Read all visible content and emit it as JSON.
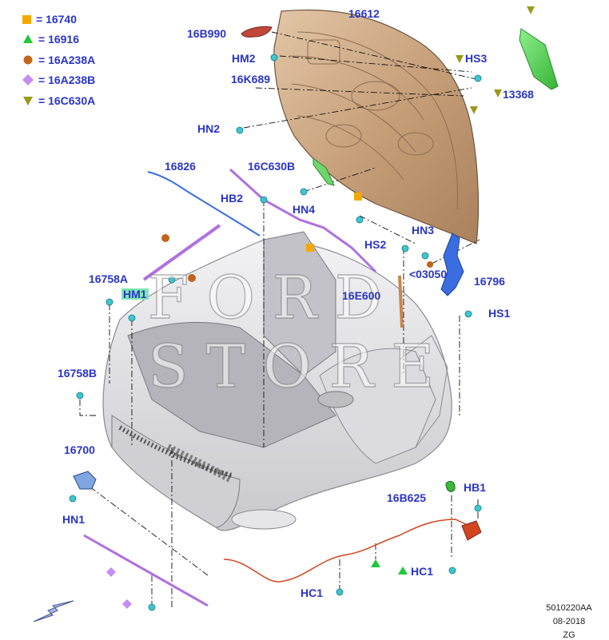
{
  "legend": [
    {
      "symbol": "square",
      "color": "#f5a800",
      "text": "= 16740"
    },
    {
      "symbol": "triangle-up",
      "color": "#1ec93a",
      "text": "= 16916"
    },
    {
      "symbol": "circle",
      "color": "#c0661a",
      "text": "= 16A238A"
    },
    {
      "symbol": "diamond",
      "color": "#c68ef0",
      "text": "= 16A238B"
    },
    {
      "symbol": "triangle-down",
      "color": "#9a9a1a",
      "text": "= 16C630A"
    }
  ],
  "callouts": {
    "hood": "16612",
    "hood_insulator": "16B990",
    "hm2": "HM2",
    "hs3": "HS3",
    "cable_16k689": "16K689",
    "part_13368": "13368",
    "hn2": "HN2",
    "rod_16826": "16826",
    "seal_16c630b": "16C630B",
    "hb2": "HB2",
    "hn4": "HN4",
    "hn3": "HN3",
    "hs2": "HS2",
    "part_03050": "<03050",
    "hinge_16796": "16796",
    "prop_16758a": "16758A",
    "hm1": "HM1",
    "strut_16e600": "16E600",
    "hs1": "HS1",
    "bumper_16758b": "16758B",
    "latch_16700": "16700",
    "hn1": "HN1",
    "part_16b625": "16B625",
    "hb1": "HB1",
    "hc1_right": "HC1",
    "hc1_bottom": "HC1"
  },
  "watermark": "FORD STORE",
  "footer": {
    "code": "5010220AA",
    "date": "08-2018",
    "initials": "ZG"
  },
  "colors": {
    "label_blue": "#2a35c8",
    "hood_tan": "#c8a27c",
    "glass_green": "#5cd65c",
    "seal_purple": "#b070e0",
    "cable_red": "#d2461e",
    "clip_cyan": "#3cc6d2",
    "hinge_blue": "#3a6ee0",
    "body_gray": "#d9d9dc"
  }
}
